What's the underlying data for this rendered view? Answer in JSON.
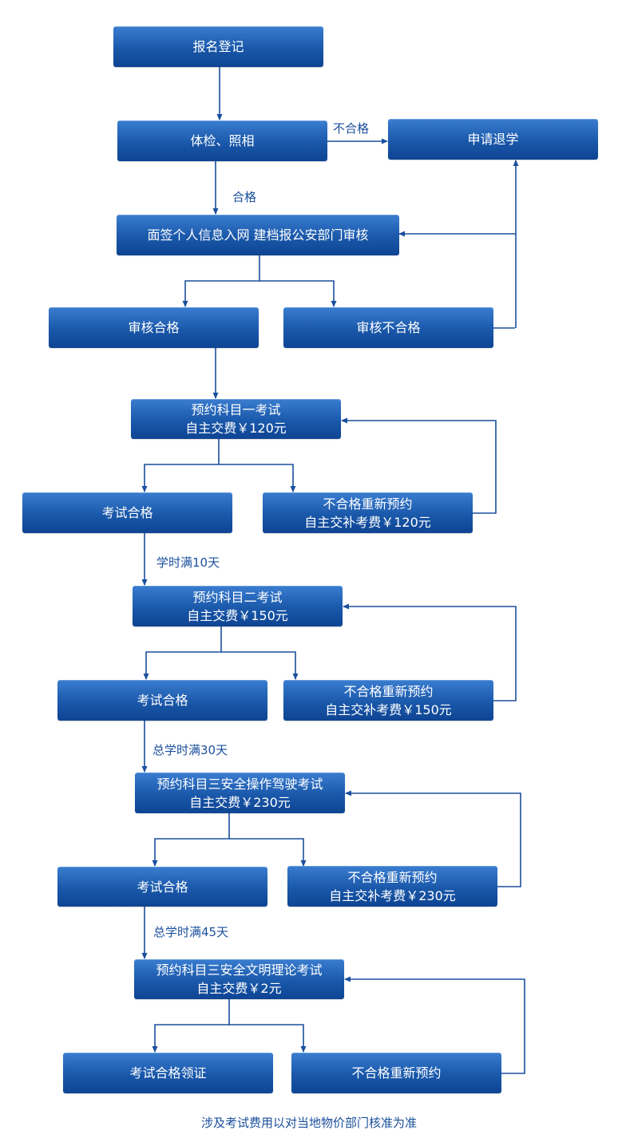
{
  "nodes": {
    "register": "报名登记",
    "exam_photo": "体检、照相",
    "withdraw": "申请退学",
    "sign_review": "面签个人信息入网 建档报公安部门审核",
    "review_pass": "审核合格",
    "review_fail": "审核不合格",
    "s1_book": [
      "预约科目一考试",
      "自主交费￥120元"
    ],
    "s1_pass": "考试合格",
    "s1_fail": [
      "不合格重新预约",
      "自主交补考费￥120元"
    ],
    "s2_book": [
      "预约科目二考试",
      "自主交费￥150元"
    ],
    "s2_pass": "考试合格",
    "s2_fail": [
      "不合格重新预约",
      "自主交补考费￥150元"
    ],
    "s3_book": [
      "预约科目三安全操作驾驶考试",
      "自主交费￥230元"
    ],
    "s3_pass": "考试合格",
    "s3_fail": [
      "不合格重新预约",
      "自主交补考费￥230元"
    ],
    "s4_book": [
      "预约科目三安全文明理论考试",
      "自主交费￥2元"
    ],
    "s4_pass": "考试合格领证",
    "s4_fail": "不合格重新预约"
  },
  "edge_labels": {
    "fail": "不合格",
    "pass": "合格",
    "hours_10": "学时满10天",
    "hours_30": "总学时满30天",
    "hours_45": "总学时满45天"
  },
  "footer": "涉及考试费用以对当地物价部门核准为准",
  "colors": {
    "box_top": "#3a7dd0",
    "box_bottom": "#0e4493",
    "line": "#1a4f9c"
  }
}
